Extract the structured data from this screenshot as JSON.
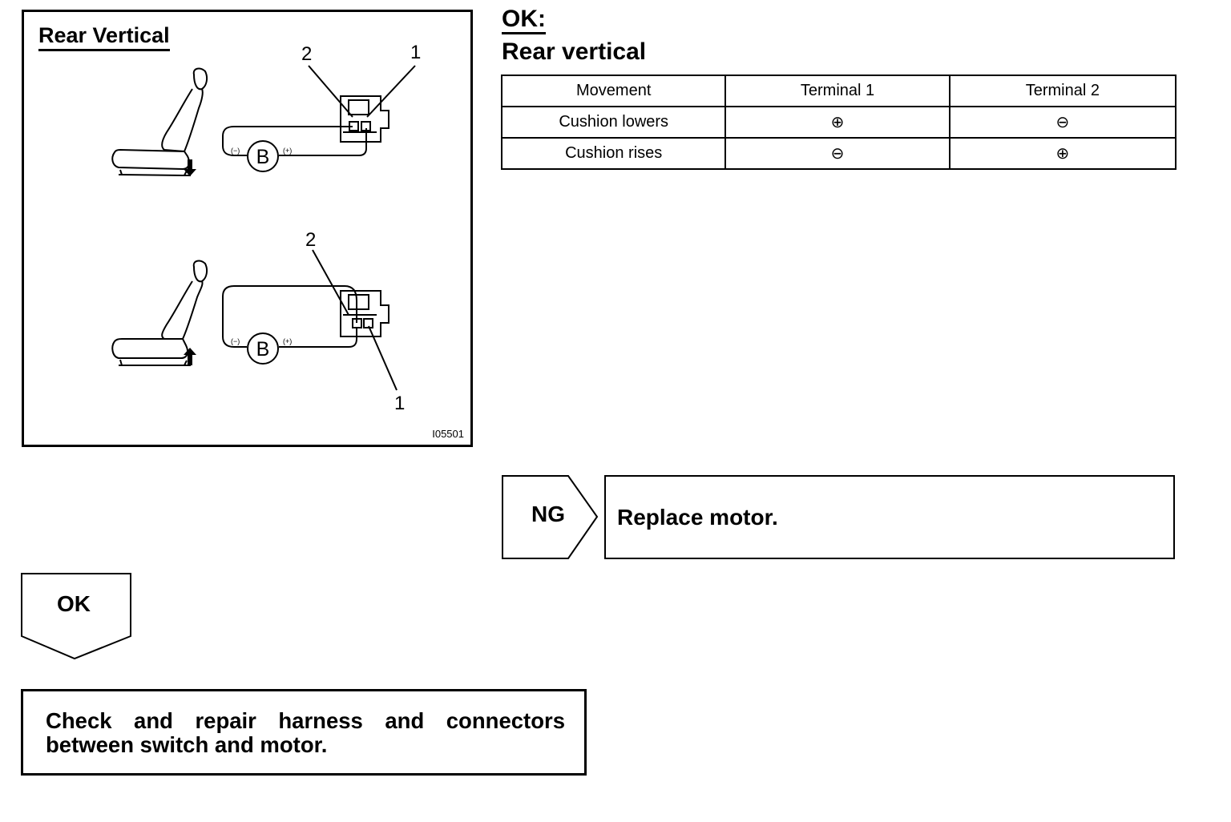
{
  "diagram": {
    "title": "Rear Vertical",
    "code": "I05501",
    "top": {
      "label_2": "2",
      "label_1": "1",
      "battery": "B",
      "neg": "(−)",
      "pos": "(+)"
    },
    "bottom": {
      "label_2": "2",
      "label_1": "1",
      "battery": "B",
      "neg": "(−)",
      "pos": "(+)"
    }
  },
  "spec": {
    "ok_label": "OK:",
    "title": "Rear vertical",
    "headers": [
      "Movement",
      "Terminal 1",
      "Terminal 2"
    ],
    "rows": [
      [
        "Cushion lowers",
        "⊕",
        "⊖"
      ],
      [
        "Cushion rises",
        "⊖",
        "⊕"
      ]
    ]
  },
  "ng": {
    "label": "NG",
    "action": "Replace motor."
  },
  "ok": {
    "label": "OK"
  },
  "final": {
    "text": "Check and repair harness and connectors between switch and motor."
  }
}
